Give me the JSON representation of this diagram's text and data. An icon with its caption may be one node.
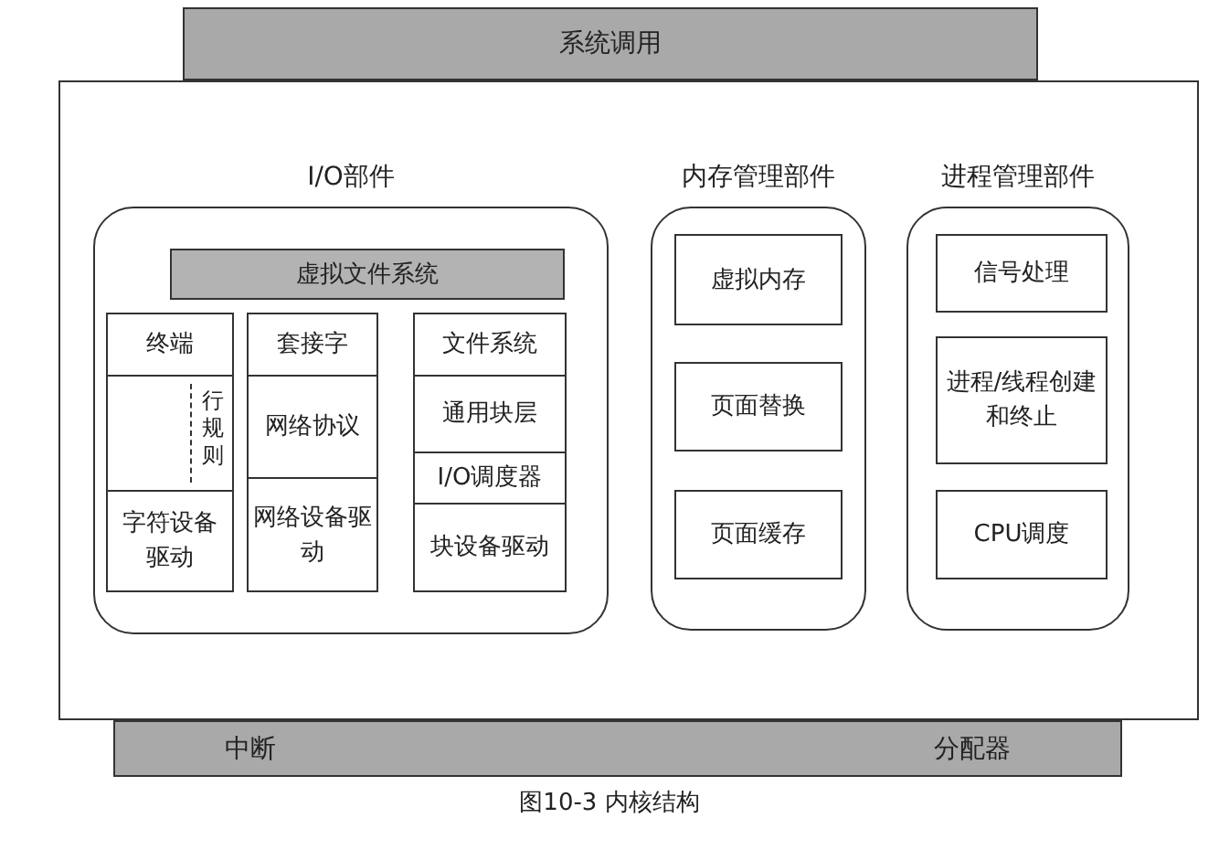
{
  "diagram": {
    "caption": "图10-3 内核结构",
    "nodes": [
      {
        "text": [],
        "shape": "box"
      },
      {
        "text": [
          "系统调用"
        ]
      },
      {
        "text": [
          "I/O部件"
        ],
        "in": 0
      },
      {
        "text": [
          "虚拟文件系统"
        ],
        "in": 2
      },
      {
        "text": [
          "终端"
        ],
        "in": 2
      },
      {
        "text": [
          "行规则"
        ],
        "in": 2
      },
      {
        "text": [
          "字符设备驱动"
        ],
        "in": 2
      },
      {
        "text": [
          "套接字"
        ],
        "in": 2
      },
      {
        "text": [
          "网络协议"
        ],
        "in": 2
      },
      {
        "text": [
          "网络设备驱动"
        ],
        "in": 2
      },
      {
        "text": [
          "文件系统"
        ],
        "in": 2
      },
      {
        "text": [
          "通用块层"
        ],
        "in": 2
      },
      {
        "text": [
          "I/O调度器"
        ],
        "in": 2
      },
      {
        "text": [
          "块设备驱动"
        ],
        "in": 2
      },
      {
        "text": [
          "内存管理部件"
        ],
        "in": 0
      },
      {
        "text": [
          "虚拟内存"
        ],
        "in": 14
      },
      {
        "text": [
          "页面替换"
        ],
        "in": 14
      },
      {
        "text": [
          "页面缓存"
        ],
        "in": 14
      },
      {
        "text": [
          "进程管理部件"
        ],
        "in": 0
      },
      {
        "text": [
          "信号处理"
        ],
        "in": 18
      },
      {
        "text": [
          "进程/线程创建和终止"
        ],
        "in": 18
      },
      {
        "text": [
          "CPU调度"
        ],
        "in": 18
      },
      {
        "text": [
          "中断",
          "分配器"
        ]
      }
    ]
  }
}
